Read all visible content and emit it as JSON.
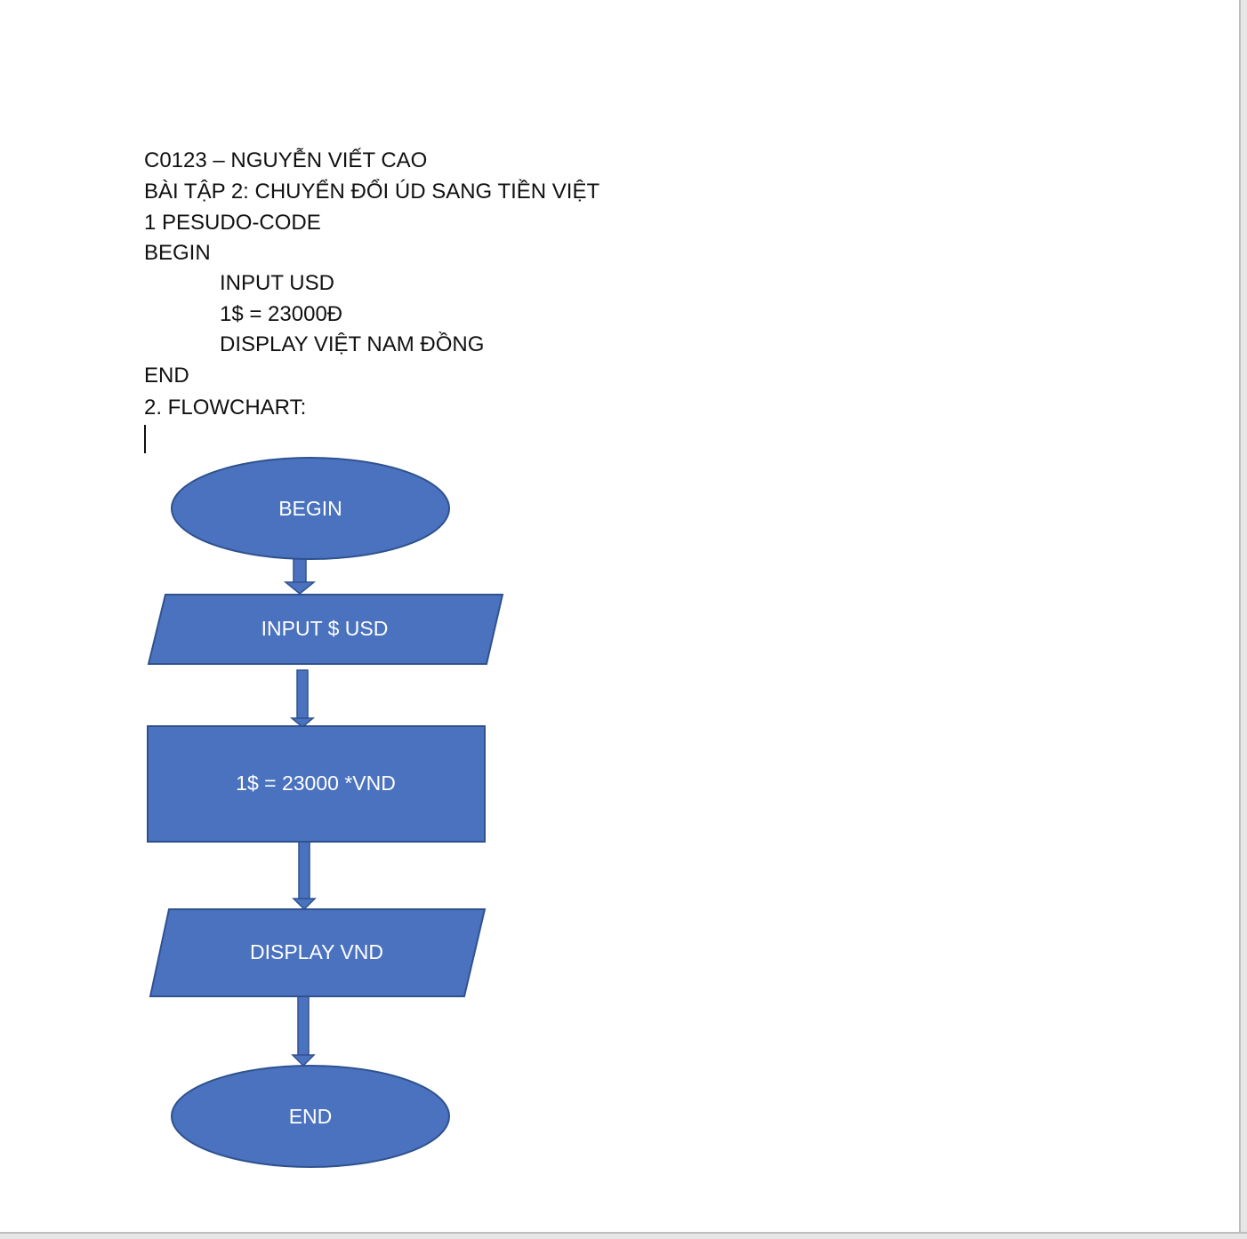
{
  "document": {
    "lines": [
      "C0123 – NGUYỄN VIẾT CAO",
      "BÀI TẬP 2: CHUYỂN ĐỔI ÚD SANG TIỀN VIỆT",
      "1 PESUDO-CODE",
      "BEGIN",
      "INPUT USD",
      "1$ = 23000Đ",
      "DISPLAY VIỆT NAM ĐỒNG",
      "END",
      "2. FLOWCHART:"
    ]
  },
  "flowchart": {
    "fill_color": "#4a72bf",
    "stroke_color": "#2f528f",
    "nodes": [
      {
        "shape": "oval",
        "label": "BEGIN"
      },
      {
        "shape": "parallelogram",
        "label": "INPUT $ USD"
      },
      {
        "shape": "rectangle",
        "label": "1$ = 23000 *VND"
      },
      {
        "shape": "parallelogram",
        "label": "DISPLAY VND"
      },
      {
        "shape": "oval",
        "label": "END"
      }
    ]
  }
}
